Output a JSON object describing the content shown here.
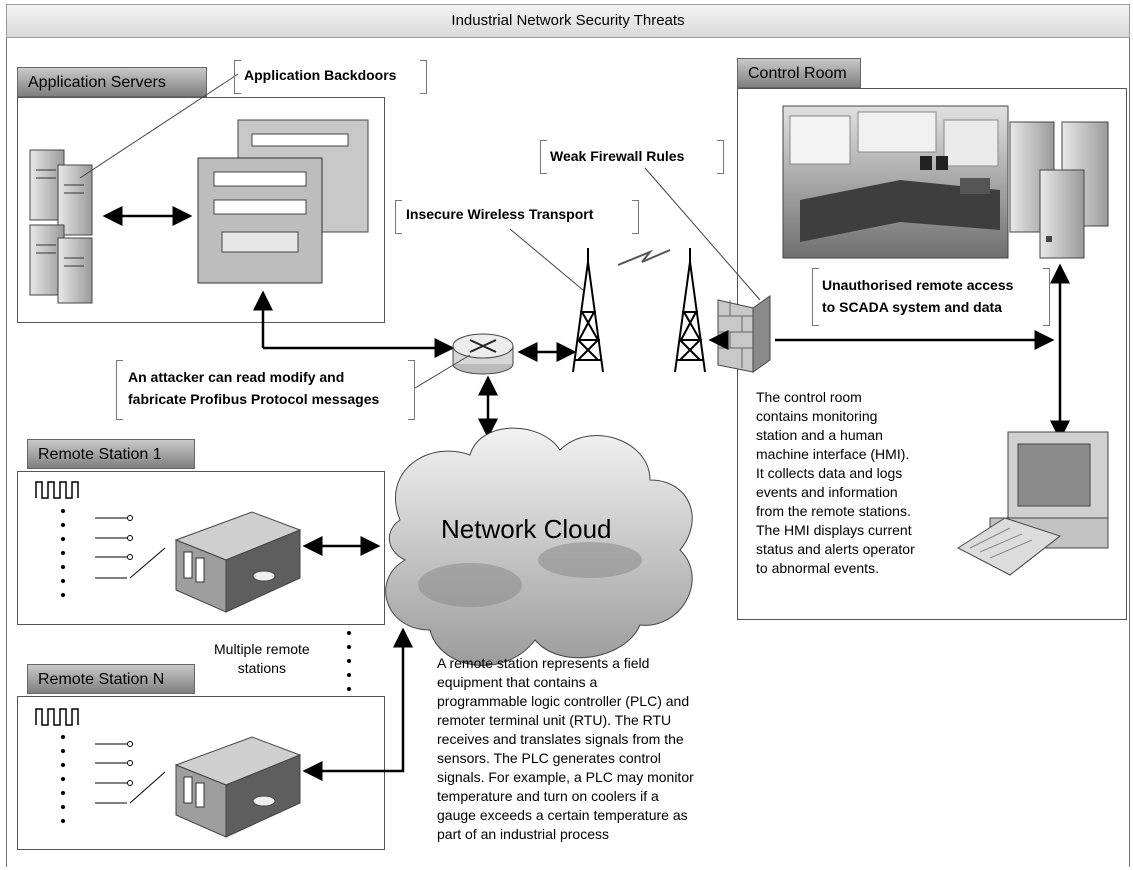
{
  "title": "Industrial Network Security Threats",
  "tabs": {
    "app_servers": "Application Servers",
    "control_room": "Control Room",
    "remote1": "Remote Station 1",
    "remoteN": "Remote Station N"
  },
  "callouts": {
    "backdoors": "Application Backdoors",
    "firewall": "Weak Firewall Rules",
    "wireless": "Insecure Wireless Transport",
    "remote_access_1": "Unauthorised remote access",
    "remote_access_2": "to SCADA system and data",
    "attacker_1": "An attacker can read modify and",
    "attacker_2": "fabricate Profibus Protocol messages"
  },
  "cloud_label": "Network Cloud",
  "multiple_1": "Multiple remote",
  "multiple_2": "stations",
  "control_room_desc": [
    "The control room",
    "contains monitoring",
    "station and a human",
    "machine interface (HMI).",
    "It collects data and logs",
    "events and information",
    "from the remote stations.",
    "The HMI displays current",
    "status and alerts operator",
    "to abnormal events."
  ],
  "remote_desc": [
    "A remote station represents a field",
    "equipment that contains a",
    "programmable logic controller (PLC) and",
    "remoter terminal unit (RTU). The RTU",
    "receives and translates signals from the",
    "sensors. The PLC generates control",
    "signals. For example, a PLC may monitor",
    "temperature and turn on coolers if a",
    "gauge exceeds a certain temperature as",
    "part of an industrial process"
  ]
}
